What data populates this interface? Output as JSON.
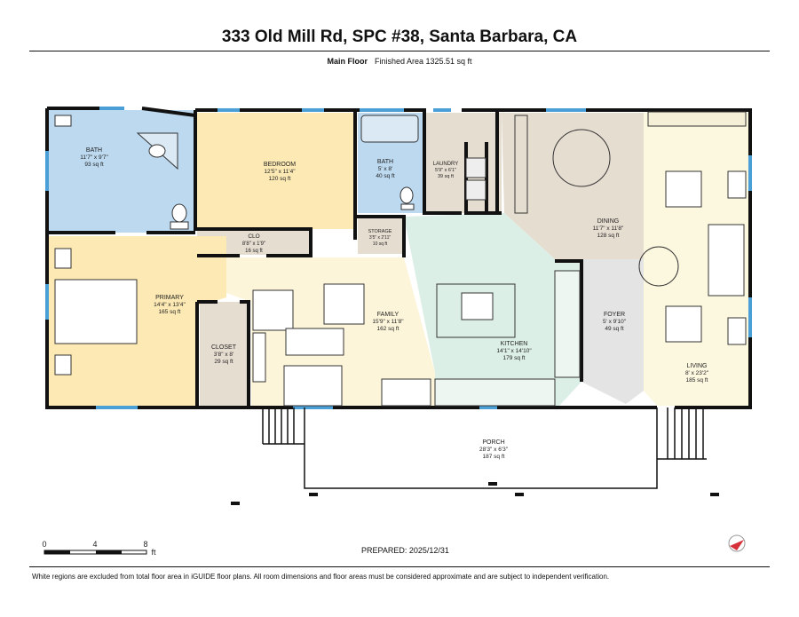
{
  "header": {
    "title": "333 Old Mill Rd, SPC #38, Santa Barbara, CA",
    "floor_name": "Main Floor",
    "finished_area": "Finished Area 1325.51 sq ft"
  },
  "rooms": {
    "bath1": {
      "name": "BATH",
      "dims": "11'7\" x 9'7\"",
      "area": "93 sq ft"
    },
    "bedroom": {
      "name": "BEDROOM",
      "dims": "12'5\" x 11'4\"",
      "area": "120 sq ft"
    },
    "bath2": {
      "name": "BATH",
      "dims": "5' x 8'",
      "area": "40 sq ft"
    },
    "laundry": {
      "name": "LAUNDRY",
      "dims": "5'9\" x 6'1\"",
      "area": "39 sq ft"
    },
    "dining": {
      "name": "DINING",
      "dims": "11'7\" x 11'8\"",
      "area": "128 sq ft"
    },
    "clo": {
      "name": "CLO",
      "dims": "8'8\" x 1'9\"",
      "area": "16 sq ft"
    },
    "storage": {
      "name": "STORAGE",
      "dims": "3'5\" x 2'11\"",
      "area": "10 sq ft"
    },
    "primary": {
      "name": "PRIMARY",
      "dims": "14'4\" x 13'4\"",
      "area": "165 sq ft"
    },
    "closet": {
      "name": "CLOSET",
      "dims": "3'8\" x 8'",
      "area": "29 sq ft"
    },
    "family": {
      "name": "FAMILY",
      "dims": "15'9\" x 11'8\"",
      "area": "162 sq ft"
    },
    "kitchen": {
      "name": "KITCHEN",
      "dims": "14'1\" x 14'10\"",
      "area": "179 sq ft"
    },
    "foyer": {
      "name": "FOYER",
      "dims": "5' x 9'10\"",
      "area": "49 sq ft"
    },
    "living": {
      "name": "LIVING",
      "dims": "8' x 23'2\"",
      "area": "185 sq ft"
    },
    "porch": {
      "name": "PORCH",
      "dims": "28'3\" x 6'3\"",
      "area": "187 sq ft"
    }
  },
  "scale": {
    "t0": "0",
    "t1": "4",
    "t2": "8",
    "unit": "ft"
  },
  "prepared": "PREPARED: 2025/12/31",
  "footer": "White regions are excluded from total floor area in iGUIDE floor plans. All room dimensions and floor areas must be considered approximate and are subject to independent verification.",
  "colors": {
    "bath": "#bcd9f0",
    "bedroom": "#fce9b3",
    "laundry": "#e6ddd1",
    "dining": "#e6ddd1",
    "kitchen": "#dcefe6",
    "family": "#fcf5da",
    "living": "#fcf7df",
    "foyer": "#e4e4e4",
    "closet": "#e6ddd1",
    "wall": "#111111",
    "window": "#4a9fd6"
  },
  "icons": [
    "compass-icon",
    "toilet-icon",
    "shower-icon",
    "bathtub-icon",
    "sink-icon",
    "bed-icon",
    "sofa-icon",
    "armchair-icon",
    "dining-table-icon",
    "stove-icon"
  ]
}
